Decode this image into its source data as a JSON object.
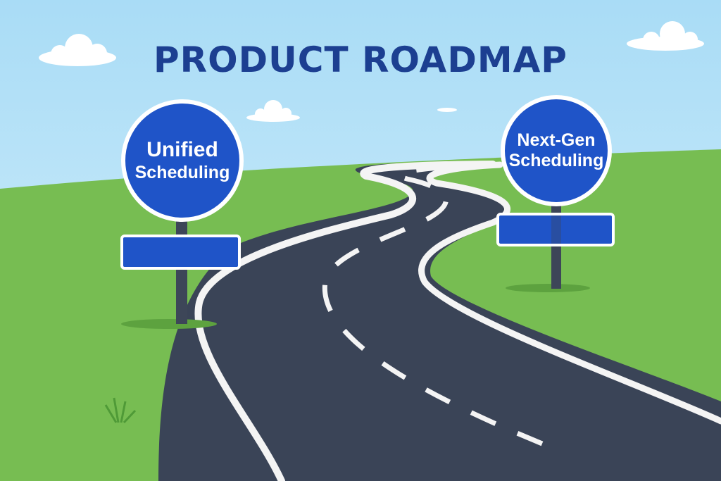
{
  "title": "PRODUCT ROADMAP",
  "signs": [
    {
      "line1": "Unified",
      "line2": "Scheduling"
    },
    {
      "line1": "Next-Gen",
      "line2": "Scheduling"
    }
  ],
  "colors": {
    "sky": "#bfe6fa",
    "grass": "#77bd52",
    "road": "#3a4457",
    "sign": "#1f54c8",
    "title": "#1c3f91"
  }
}
